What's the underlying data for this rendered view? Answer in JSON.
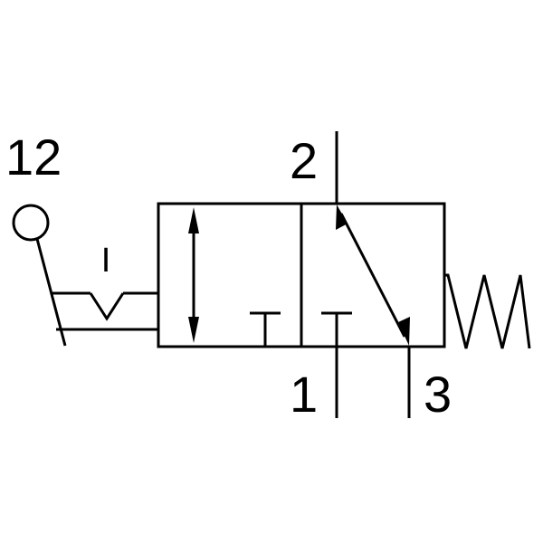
{
  "diagram": {
    "ports": {
      "pilot": "12",
      "outlet": "2",
      "inlet": "1",
      "exhaust": "3"
    },
    "detent_mark": "I",
    "colors": {
      "line": "#000000",
      "background": "#ffffff"
    },
    "elements": {
      "actuator": "manual-lever-with-knob",
      "detent": "notched-detent",
      "return": "spring-return",
      "left_envelope": "ports-2-1-connected-bidirectional",
      "right_envelope": "port-1-blocked-port-2-to-3"
    }
  }
}
